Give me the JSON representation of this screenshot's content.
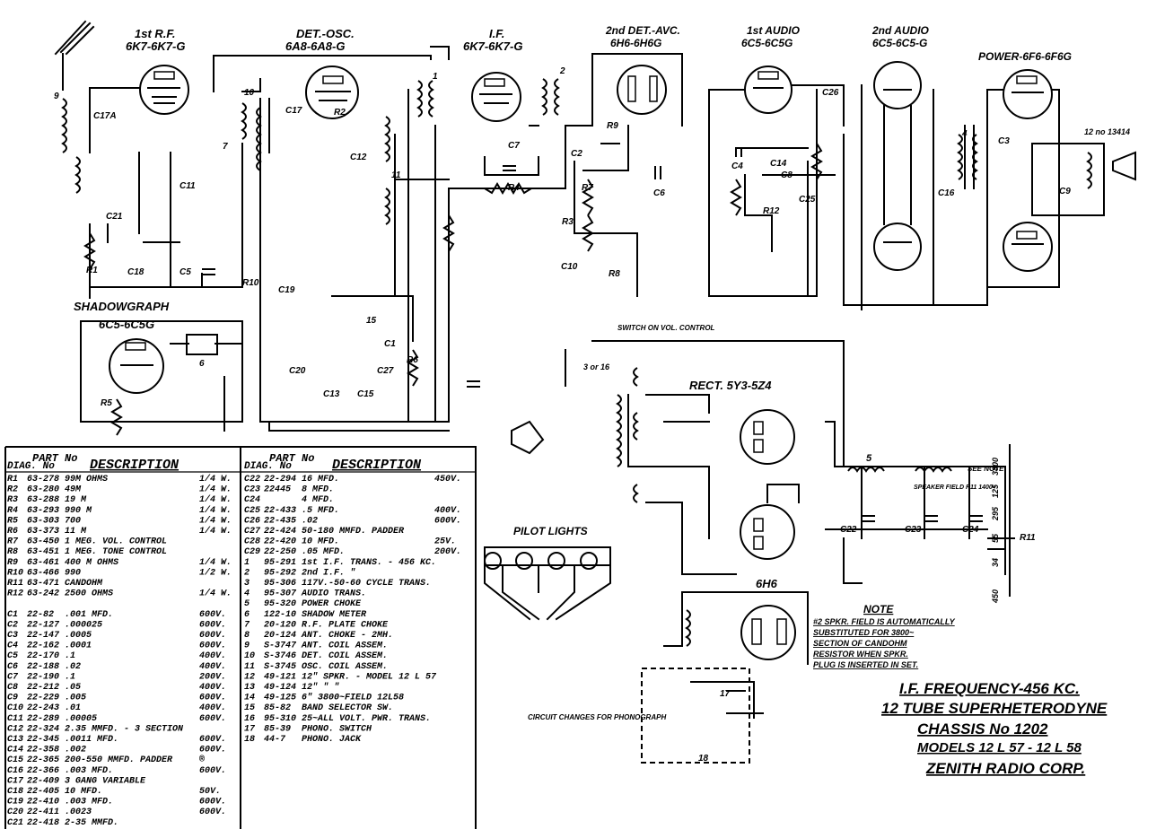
{
  "tubes": {
    "rf": {
      "title": "1st R.F.",
      "type": "6K7-6K7-G"
    },
    "det_osc": {
      "title": "DET.-OSC.",
      "type": "6A8-6A8-G"
    },
    "if": {
      "title": "I.F.",
      "type": "6K7-6K7-G"
    },
    "det_avc": {
      "title": "2nd DET.-AVC.",
      "type": "6H6-6H6G"
    },
    "audio1": {
      "title": "1st AUDIO",
      "type": "6C5-6C5G"
    },
    "audio2": {
      "title": "2nd AUDIO",
      "type": "6C5-6C5-G"
    },
    "power": {
      "title": "POWER-6F6-6F6G"
    },
    "shadowgraph": {
      "title": "SHADOWGRAPH",
      "type": "6C5-6C5G"
    },
    "rect": {
      "title": "RECT. 5Y3-5Z4"
    },
    "h6": {
      "title": "6H6"
    }
  },
  "labels": {
    "switch": "SWITCH ON VOL. CONTROL",
    "pilot_lights": "PILOT LIGHTS",
    "circuit_changes": "CIRCUIT CHANGES FOR PHONOGRAPH",
    "see_note": "SEE NOTE",
    "speaker_field": "SPEAKER FIELD R11 1400~",
    "speaker_ratio": "12 no 13414",
    "choke": "5",
    "transformer_taps": "3 or 16",
    "divider_taps": [
      "450",
      "34",
      "55",
      "295",
      "125",
      "3800"
    ]
  },
  "components": [
    "C17A",
    "C17",
    "C21",
    "C18",
    "C5",
    "C11",
    "C19",
    "C20",
    "C13",
    "C15",
    "C27",
    "C12",
    "C10",
    "C1",
    "C7",
    "C6",
    "C4",
    "C8",
    "C14",
    "C25",
    "C26",
    "C3",
    "C9",
    "C16",
    "C22",
    "C23",
    "C24",
    "C2",
    "R1",
    "R2",
    "R3",
    "R4",
    "R5",
    "R6",
    "R7",
    "R8",
    "R9",
    "R10",
    "R11",
    "R12",
    "1",
    "2",
    "4",
    "6",
    "7",
    "9",
    "10",
    "11",
    "15",
    "17",
    "18"
  ],
  "note": {
    "title": "NOTE",
    "lines": [
      "#2 SPKR. FIELD IS AUTOMATICALLY",
      "SUBSTITUTED FOR 3800~",
      "SECTION OF CANDOHM",
      "RESISTOR WHEN SPKR.",
      "PLUG IS INSERTED IN SET."
    ]
  },
  "title_block": [
    "I.F. FREQUENCY-456 KC.",
    "12 TUBE SUPERHETERODYNE",
    "CHASSIS No 1202",
    "MODELS 12 L 57 - 12 L 58",
    "ZENITH RADIO CORP."
  ],
  "parts_table_left": {
    "headers": {
      "diag": "DIAG. No",
      "part": "PART No",
      "desc": "DESCRIPTION"
    },
    "rows": [
      [
        "R1",
        "63-278",
        "99M OHMS",
        "1/4 W."
      ],
      [
        "R2",
        "63-280",
        "49M",
        "1/4 W."
      ],
      [
        "R3",
        "63-288",
        "19 M",
        "1/4 W."
      ],
      [
        "R4",
        "63-293",
        "990 M",
        "1/4 W."
      ],
      [
        "R5",
        "63-303",
        "700",
        "1/4 W."
      ],
      [
        "R6",
        "63-373",
        "11 M",
        "1/4 W."
      ],
      [
        "R7",
        "63-450",
        "1 MEG. VOL. CONTROL",
        ""
      ],
      [
        "R8",
        "63-451",
        "1 MEG. TONE CONTROL",
        ""
      ],
      [
        "R9",
        "63-461",
        "400 M OHMS",
        "1/4 W."
      ],
      [
        "R10",
        "63-466",
        "990",
        "1/2 W."
      ],
      [
        "R11",
        "63-471",
        "CANDOHM",
        ""
      ],
      [
        "R12",
        "63-242",
        "2500 OHMS",
        "1/4 W."
      ],
      [
        "",
        "",
        "",
        ""
      ],
      [
        "C1",
        "22-82",
        ".001 MFD.",
        "600V."
      ],
      [
        "C2",
        "22-127",
        ".000025",
        "600V."
      ],
      [
        "C3",
        "22-147",
        ".0005",
        "600V."
      ],
      [
        "C4",
        "22-162",
        ".0001",
        "600V."
      ],
      [
        "C5",
        "22-170",
        ".1",
        "400V."
      ],
      [
        "C6",
        "22-188",
        ".02",
        "400V."
      ],
      [
        "C7",
        "22-190",
        ".1",
        "200V."
      ],
      [
        "C8",
        "22-212",
        ".05",
        "400V."
      ],
      [
        "C9",
        "22-229",
        ".005",
        "600V."
      ],
      [
        "C10",
        "22-243",
        ".01",
        "400V."
      ],
      [
        "C11",
        "22-289",
        ".00005",
        "600V."
      ],
      [
        "C12",
        "22-324",
        "2.35 MMFD. - 3 SECTION",
        ""
      ],
      [
        "C13",
        "22-345",
        ".0011 MFD.",
        "600V."
      ],
      [
        "C14",
        "22-358",
        ".002",
        "600V."
      ],
      [
        "C15",
        "22-365",
        "200-550 MMFD. PADDER",
        "®"
      ],
      [
        "C16",
        "22-366",
        ".003 MFD.",
        "600V."
      ],
      [
        "C17",
        "22-409",
        "3 GANG VARIABLE",
        ""
      ],
      [
        "C18",
        "22-405",
        "10 MFD.",
        "50V."
      ],
      [
        "C19",
        "22-410",
        ".003 MFD.",
        "600V."
      ],
      [
        "C20",
        "22-411",
        ".0023",
        "600V."
      ],
      [
        "C21",
        "22-418",
        "2-35 MMFD.",
        ""
      ]
    ]
  },
  "parts_table_right": {
    "headers": {
      "diag": "DIAG. No",
      "part": "PART No",
      "desc": "DESCRIPTION"
    },
    "rows": [
      [
        "C22",
        "22-294",
        "16 MFD.",
        "450V."
      ],
      [
        "C23",
        "22445",
        "8 MFD.",
        ""
      ],
      [
        "C24",
        "",
        "4 MFD.",
        ""
      ],
      [
        "C25",
        "22-433",
        ".5 MFD.",
        "400V."
      ],
      [
        "C26",
        "22-435",
        ".02",
        "600V."
      ],
      [
        "C27",
        "22-424",
        "50-180 MMFD. PADDER",
        ""
      ],
      [
        "C28",
        "22-420",
        "10 MFD.",
        "25V."
      ],
      [
        "C29",
        "22-250",
        ".05 MFD.",
        "200V."
      ],
      [
        "1",
        "95-291",
        "1st I.F. TRANS. - 456 KC.",
        ""
      ],
      [
        "2",
        "95-292",
        "2nd I.F. \"",
        ""
      ],
      [
        "3",
        "95-306",
        "117V.-50-60 CYCLE TRANS.",
        ""
      ],
      [
        "4",
        "95-307",
        "AUDIO TRANS.",
        ""
      ],
      [
        "5",
        "95-320",
        "POWER CHOKE",
        ""
      ],
      [
        "6",
        "122-10",
        "SHADOW METER",
        ""
      ],
      [
        "7",
        "20-120",
        "R.F. PLATE CHOKE",
        ""
      ],
      [
        "8",
        "20-124",
        "ANT. CHOKE - 2MH.",
        ""
      ],
      [
        "9",
        "S-3747",
        "ANT. COIL ASSEM.",
        ""
      ],
      [
        "10",
        "S-3746",
        "DET. COIL ASSEM.",
        ""
      ],
      [
        "11",
        "S-3745",
        "OSC. COIL ASSEM.",
        ""
      ],
      [
        "12",
        "49-121",
        "12\" SPKR. - MODEL 12 L 57",
        ""
      ],
      [
        "13",
        "49-124",
        "12\" \" \"",
        ""
      ],
      [
        "14",
        "49-125",
        "6\" 3800~FIELD 12L58",
        ""
      ],
      [
        "15",
        "85-82",
        "BAND SELECTOR SW.",
        ""
      ],
      [
        "16",
        "95-310",
        "25~ALL VOLT. PWR. TRANS.",
        ""
      ],
      [
        "17",
        "85-39",
        "PHONO. SWITCH",
        ""
      ],
      [
        "18",
        "44-7",
        "PHONO. JACK",
        ""
      ]
    ]
  }
}
